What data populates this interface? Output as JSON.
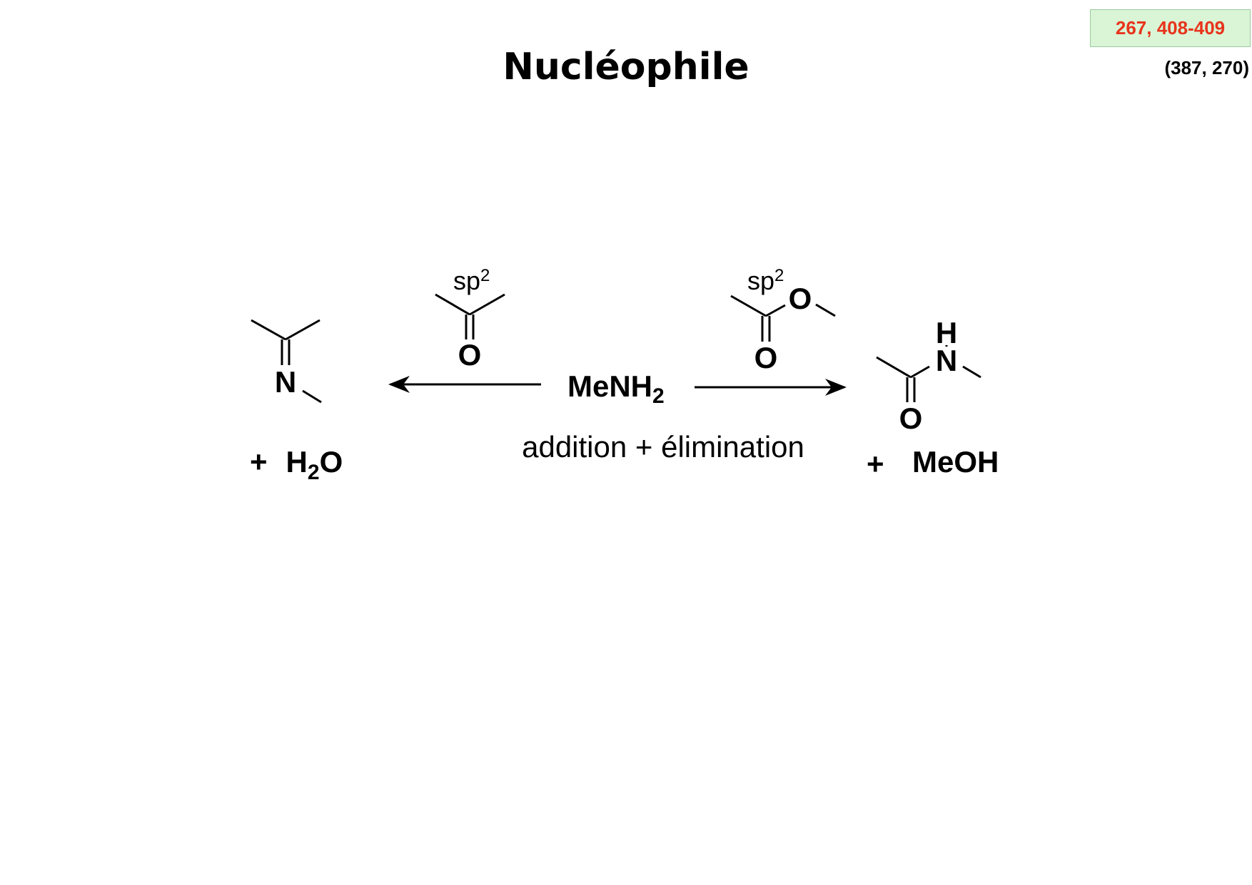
{
  "header": {
    "title": "Nucléophile",
    "page_refs": "267, 408-409",
    "page_refs_alt": "(387, 270)"
  },
  "colors": {
    "ref_text": "#e8341c",
    "ref_box_bg": "#d9f5d6"
  },
  "reagent": {
    "name": "MeNH",
    "subscript": "2"
  },
  "ketone_above_left_arrow": {
    "hybridization": "sp",
    "hybridization_sup": "2",
    "oxygen": "O"
  },
  "ester_above_right_arrow": {
    "hybridization": "sp",
    "hybridization_sup": "2",
    "carbonyl_oxygen": "O",
    "ether_oxygen": "O"
  },
  "imine_product": {
    "nitrogen": "N",
    "byproduct_plus": "+",
    "byproduct_H": "H",
    "byproduct_sub": "2",
    "byproduct_O": "O"
  },
  "amide_product": {
    "nitrogen": "N",
    "hydrogen": "H",
    "oxygen": "O",
    "byproduct_plus": "+",
    "byproduct": "MeOH"
  },
  "mechanism_label": "addition + élimination"
}
